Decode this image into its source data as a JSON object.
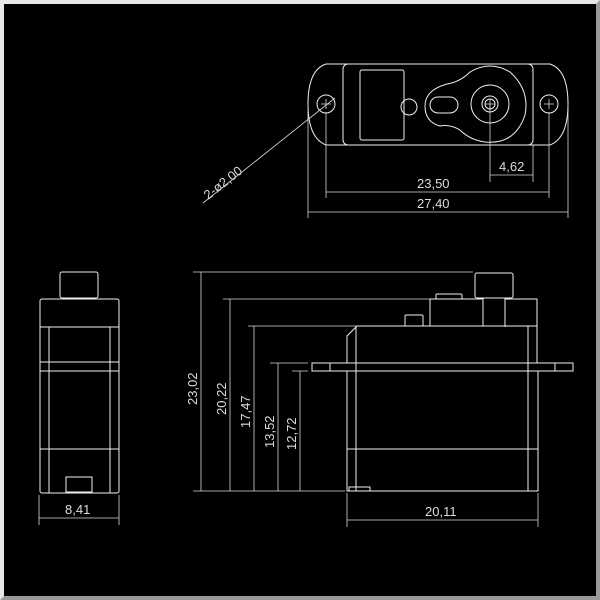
{
  "drawing": {
    "subject": "servo",
    "top_view": {
      "hole_callout": "2-ø2,00",
      "dims": {
        "output_offset": "4,62",
        "hole_spacing": "23,50",
        "overall_length": "27,40"
      }
    },
    "side_view": {
      "dims": {
        "total_height": "23,02",
        "case_top_height": "20,22",
        "body_height": "17,47",
        "flange_top_height": "13,52",
        "flange_bottom_height": "12,72",
        "body_length": "20,11"
      }
    },
    "front_view": {
      "dims": {
        "width": "8,41"
      }
    }
  }
}
